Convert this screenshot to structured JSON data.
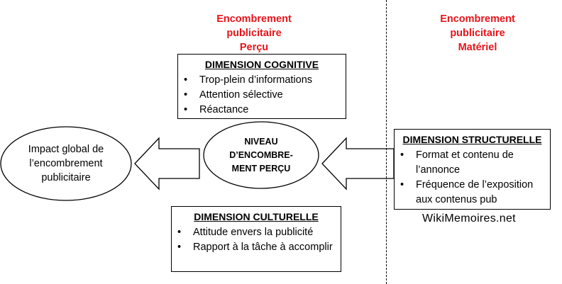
{
  "headings": {
    "perceived": [
      "Encombrement",
      "publicitaire",
      "Perçu"
    ],
    "material": [
      "Encombrement",
      "publicitaire",
      "Matériel"
    ]
  },
  "cognitive": {
    "title": "DIMENSION COGNITIVE",
    "items": [
      "Trop-plein d’informations",
      "Attention sélective",
      "Réactance"
    ]
  },
  "cultural": {
    "title": "DIMENSION CULTURELLE",
    "items": [
      "Attitude envers la publicité",
      "Rapport à la tâche à accomplir"
    ]
  },
  "structural": {
    "title": "DIMENSION STRUCTURELLE",
    "items": [
      "Format et contenu de l’annonce",
      "Fréquence de l’exposition aux contenus pub"
    ]
  },
  "center": {
    "lines": [
      "NIVEAU",
      "D’ENCOMBRE-",
      "MENT PERÇU"
    ]
  },
  "impact": {
    "lines": [
      "Impact global de",
      "l’encombrement",
      "publicitaire"
    ]
  },
  "watermark": "WikiMemoires.net",
  "colors": {
    "heading": "#e8141b",
    "stroke": "#000000"
  }
}
